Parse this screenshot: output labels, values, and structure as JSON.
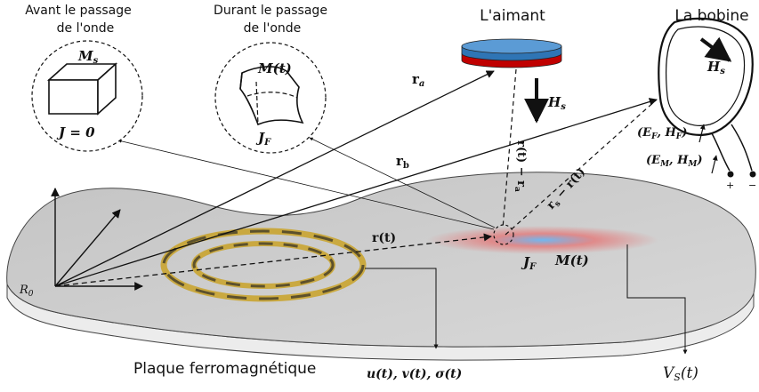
{
  "labels": {
    "before_wave": [
      "Avant le passage",
      "de l'onde"
    ],
    "during_wave": [
      "Durant le passage",
      "de l'onde"
    ],
    "magnet": "L'aimant",
    "coil": "La bobine",
    "plate": "Plaque ferromagnétique"
  },
  "symbols": {
    "Ms": "M",
    "Ms_sub": "s",
    "J_zero": "J = 0",
    "Mt": "M(t)",
    "JF": "J",
    "JF_sub": "F",
    "ra": "r",
    "ra_sub": "a",
    "rb": "r",
    "rb_sub": "b",
    "rt": "r(t)",
    "Hs_magnet": "H",
    "Hs_sub": "s",
    "Hs_coil": "H",
    "r_minus_ra": "r(t) − r",
    "r_minus_ra_sub": "a",
    "rb_minus_r": "r",
    "rb_minus_r_tail": " − r(t)",
    "EF_HF": "(E",
    "EF_HF_mid": ", H",
    "EF_HF_end": ")",
    "EM_HM": "(E",
    "EM_HM_mid": ", H",
    "EM_HM_end": ")",
    "sub_F": "F",
    "sub_M": "M",
    "R0": "R",
    "R0_sub": "0",
    "JF_plate": "J",
    "Mt_plate": "M(t)",
    "uvs": "u(t), v(t), σ(t)",
    "Vs": "V",
    "Vs_sub": "S",
    "Vs_tail": "(t)",
    "plus": "+",
    "minus": "−"
  },
  "colors": {
    "plate_top": "#cfcfcf",
    "plate_side": "#e6e6e6",
    "magnet_blue": "#5b9bd5",
    "magnet_red": "#c00000",
    "ring_gold": "#c9a227",
    "hot_red": "#e57373",
    "hot_blue": "#64b5f6"
  }
}
